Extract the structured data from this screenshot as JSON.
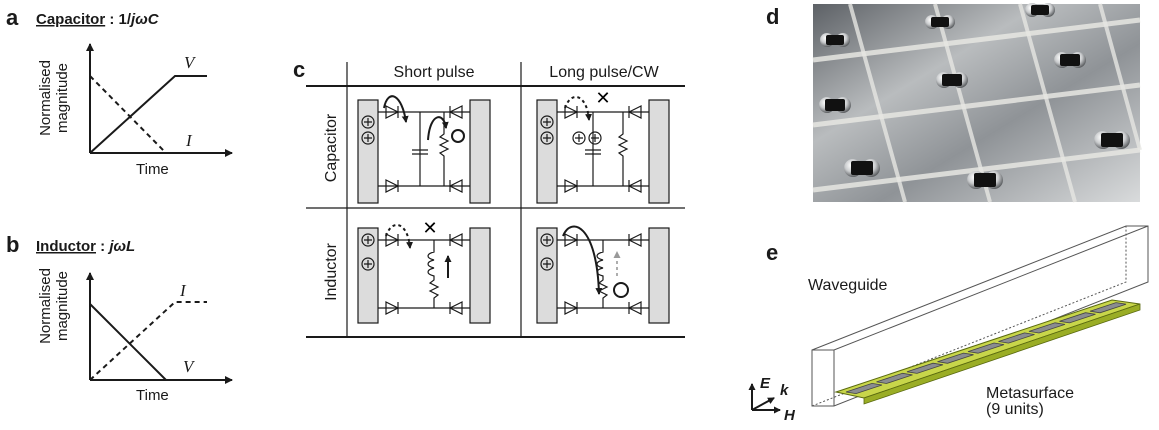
{
  "panel_a": {
    "letter": "a",
    "title_bold": "Capacitor",
    "title_rest": " : 1/",
    "title_italic": "jωC",
    "ylabel_line1": "Normalised",
    "ylabel_line2": "magnitude",
    "xlabel": "Time",
    "label_v": "V",
    "label_i": "I"
  },
  "panel_b": {
    "letter": "b",
    "title_bold": "Inductor",
    "title_rest": " : ",
    "title_italic": "jωL",
    "ylabel_line1": "Normalised",
    "ylabel_line2": "magnitude",
    "xlabel": "Time",
    "label_v": "V",
    "label_i": "I"
  },
  "panel_c": {
    "letter": "c",
    "col_short": "Short pulse",
    "col_long": "Long pulse/CW",
    "row_capacitor": "Capacitor",
    "row_inductor": "Inductor",
    "block_mark": "✕"
  },
  "panel_d": {
    "letter": "d"
  },
  "panel_e": {
    "letter": "e",
    "waveguide_label": "Waveguide",
    "metasurface_line1": "Metasurface",
    "metasurface_line2": "(9 units)",
    "axis_e": "E",
    "axis_k": "k",
    "axis_h": "H",
    "unit_count": 9,
    "metasurface_color": "#c8d64a"
  }
}
